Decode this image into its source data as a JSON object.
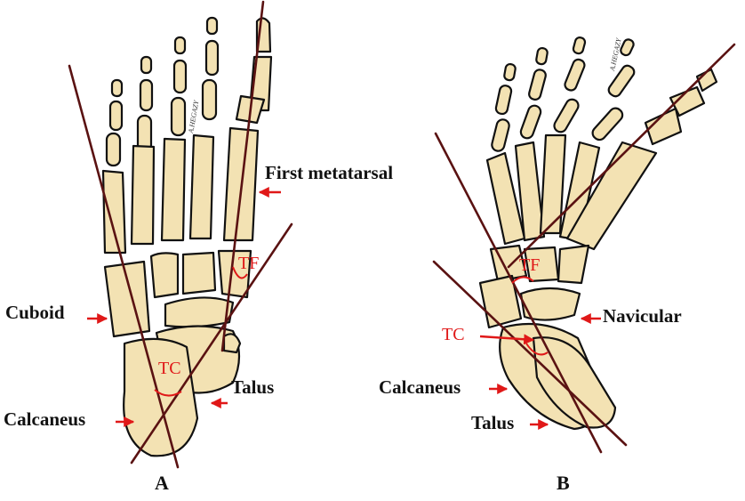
{
  "panels": [
    {
      "id": "A",
      "panel_label": "A",
      "watermark": "A.HEGAZY",
      "labels": {
        "first_metatarsal": "First metatarsal",
        "cuboid": "Cuboid",
        "calcaneus": "Calcaneus",
        "talus": "Talus"
      },
      "angles": {
        "tf": "TF",
        "tc": "TC"
      }
    },
    {
      "id": "B",
      "panel_label": "B",
      "watermark": "A.HEGAZY",
      "labels": {
        "navicular": "Navicular",
        "calcaneus": "Calcaneus",
        "talus": "Talus"
      },
      "angles": {
        "tf": "TF",
        "tc": "TC"
      }
    }
  ],
  "colors": {
    "bone": "#f3e2b3",
    "outline": "#111111",
    "axis_line": "#5a1212",
    "annotation": "#e01818"
  }
}
